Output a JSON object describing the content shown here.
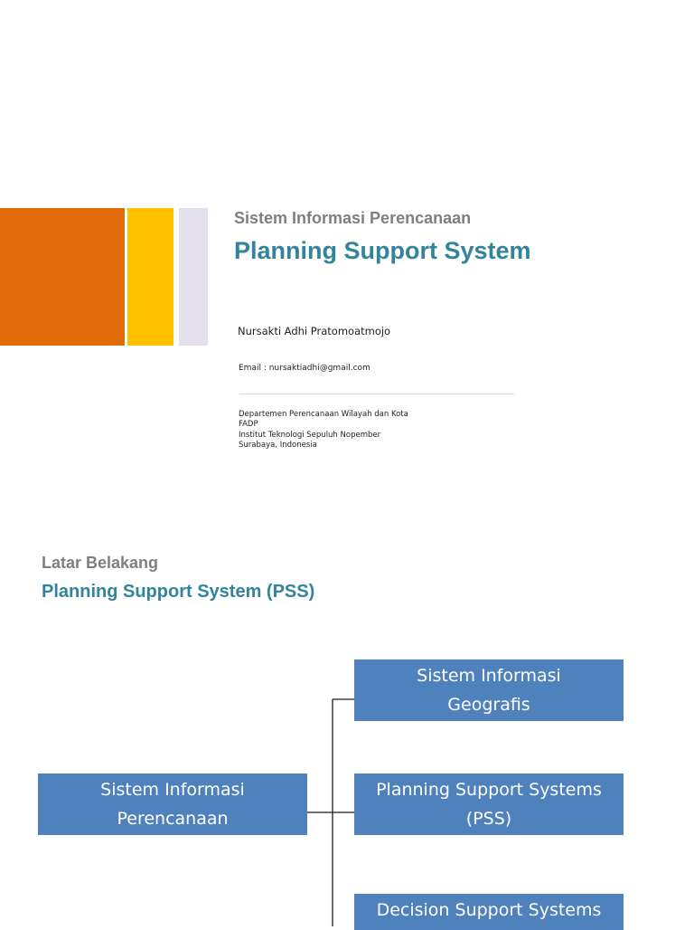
{
  "slide1": {
    "subtitle": "Sistem Informasi Perencanaan",
    "title": "Planning Support System",
    "author": "Nursakti Adhi Pratomoatmojo",
    "email": "Email : nursaktiadhi@gmail.com",
    "affiliation": [
      "Departemen Perencanaan Wilayah dan Kota",
      "FADP",
      "Institut Teknologi Sepuluh Nopember",
      "Surabaya, Indonesia"
    ],
    "colors": {
      "orange": "#e36c0a",
      "yellow": "#ffc000",
      "lilac": "#e4e0ee",
      "title_teal": "#31849b",
      "subtitle_gray": "#7f7f7f"
    }
  },
  "slide2": {
    "subtitle": "Latar Belakang",
    "title": "Planning Support System (PSS)",
    "diagram": {
      "root": [
        "Sistem Informasi",
        "Perencanaan"
      ],
      "children": [
        [
          "Sistem Informasi",
          "Geografis"
        ],
        [
          "Planning Support Systems",
          "(PSS)"
        ],
        [
          "Decision Support Systems"
        ]
      ],
      "box_color": "#4f81bd"
    }
  }
}
